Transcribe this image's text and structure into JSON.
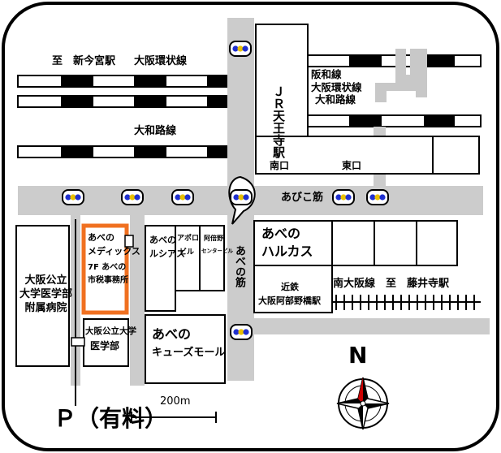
{
  "rail_lines": {
    "label_shinimamiya": "至　新今宮駅",
    "label_osaka_loop": "大阪環状線",
    "label_yamatoji": "大和路線"
  },
  "jr_station": {
    "name": "ＪＲ天王寺駅",
    "lines_label": [
      "阪和線",
      "大阪環状線",
      "大和路線"
    ],
    "south_exit": "南口",
    "east_exit": "東口"
  },
  "roads": {
    "abiko_suji": "あびこ筋",
    "abe_suji": "あべの筋"
  },
  "buildings": {
    "abeno_medix": [
      "あべの",
      "メディックス",
      "7F あべの",
      "市税事務所"
    ],
    "osaka_city_hospital": [
      "大阪公立",
      "大学医学部",
      "附属病院"
    ],
    "osaka_city_medical": [
      "大阪公立大学",
      "医学部"
    ],
    "abeno_lucias": [
      "あべの",
      "ルシアス"
    ],
    "apollo_building": [
      "アポロ",
      "ビル"
    ],
    "abeno_center_building": [
      "阿倍野",
      "センタービル"
    ],
    "abeno_harukas": [
      "あべの",
      "ハルカス"
    ],
    "kintetsu_station": [
      "近鉄",
      "大阪阿部野橋駅"
    ],
    "abeno_qs_mall": [
      "あべの",
      "キューズモール"
    ]
  },
  "minami_osaka_line": "南大阪線　至　藤井寺駅",
  "parking_label": "Ｐ（有料）",
  "scale_label": "200m",
  "compass_label": "N",
  "colors": {
    "road": "#cccccc",
    "highlight": "#f07020",
    "rail_dark": "#000000",
    "jr_platform": "#c8c8c8"
  }
}
